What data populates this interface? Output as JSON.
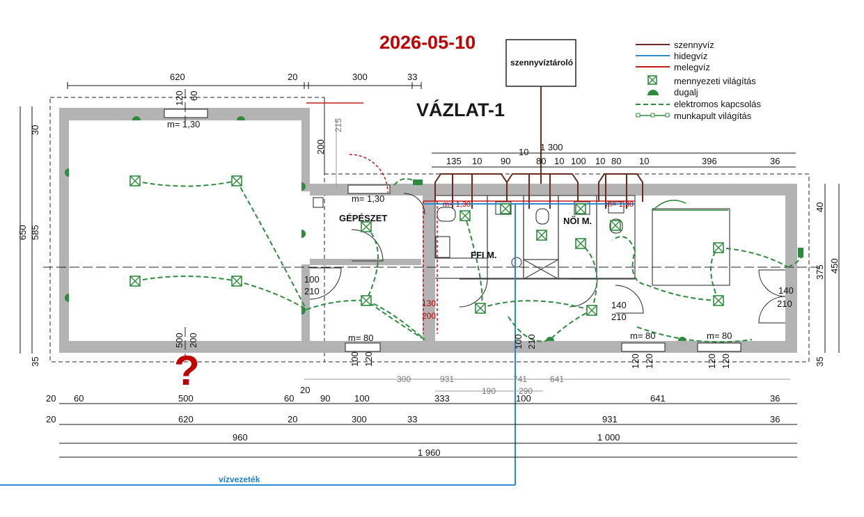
{
  "header": {
    "date": "2026-05-10",
    "title": "VÁZLAT-1",
    "tank_label": "szennyvíztároló",
    "pipe_label": "vízvezeték",
    "question_mark": "?"
  },
  "colors": {
    "wall": "#b3b3b3",
    "sewage": "#6b2a1f",
    "cold_water": "#2a8bd0",
    "hot_water": "#c21a1a",
    "lighting": "#2e8b3e",
    "date_red": "#c00000",
    "pipe_blue": "#1f7fd0"
  },
  "legend": [
    {
      "key": "sewage",
      "label": "szennyvíz",
      "icon": "line-brown"
    },
    {
      "key": "cold",
      "label": "hidegvíz",
      "icon": "line-blue"
    },
    {
      "key": "hot",
      "label": "melegvíz",
      "icon": "line-red"
    },
    {
      "key": "ceiling",
      "label": "mennyezeti világítás",
      "icon": "boxed-x-icon"
    },
    {
      "key": "socket",
      "label": "dugalj",
      "icon": "socket-icon"
    },
    {
      "key": "switch",
      "label": "elektromos kapcsolás",
      "icon": "dashed-green-line"
    },
    {
      "key": "counter",
      "label": "munkapult világítás",
      "icon": "green-square-line"
    }
  ],
  "rooms": {
    "gepeszet": "GÉPÉSZET",
    "ffi": "FFI M.",
    "noi": "NŐI M."
  },
  "dims": {
    "top_620": "620",
    "top_20": "20",
    "top_300": "300",
    "top_33": "33",
    "v120": "120",
    "v60": "60",
    "m130a": "m= 1,30",
    "m130b": "m= 1,30",
    "m130c": "m= 1,30",
    "m130d": "m= 1,30",
    "m80a": "m= 80",
    "m80b": "m= 80",
    "m80c": "m= 80",
    "left_30": "30",
    "left_650": "650",
    "left_585": "585",
    "left_35": "35",
    "right_40": "40",
    "right_375": "375",
    "right_450": "450",
    "right_35": "35",
    "v215": "215",
    "v200": "200",
    "r10a": "10",
    "r1300": "1 300",
    "r135": "135",
    "r10b": "10",
    "r90": "90",
    "r80a": "80",
    "r10c": "10",
    "r100": "100",
    "r10d": "10",
    "r80b": "80",
    "r10e": "10",
    "r396": "396",
    "r36": "36",
    "b500": "500",
    "b200": "200",
    "b100a": "100",
    "b120a": "120",
    "b100b": "100",
    "b210b": "210",
    "b120b": "120",
    "b120c": "120",
    "b120d": "120",
    "b120e": "120",
    "d100": "100",
    "d210": "210",
    "d140a": "140",
    "d210a": "210",
    "d140b": "140",
    "d210c": "210",
    "d130": "130",
    "d200": "200",
    "row1": [
      "300",
      "931",
      "741",
      "641"
    ],
    "row1b": [
      "190",
      "290"
    ],
    "row2": [
      "20",
      "60",
      "500",
      "60",
      "20",
      "90",
      "100",
      "333",
      "100",
      "641",
      "36"
    ],
    "row2_20": "20",
    "row3": [
      "20",
      "620",
      "20",
      "300",
      "33",
      "931",
      "36"
    ],
    "row4": [
      "960",
      "1 000"
    ],
    "row5": "1 960"
  }
}
